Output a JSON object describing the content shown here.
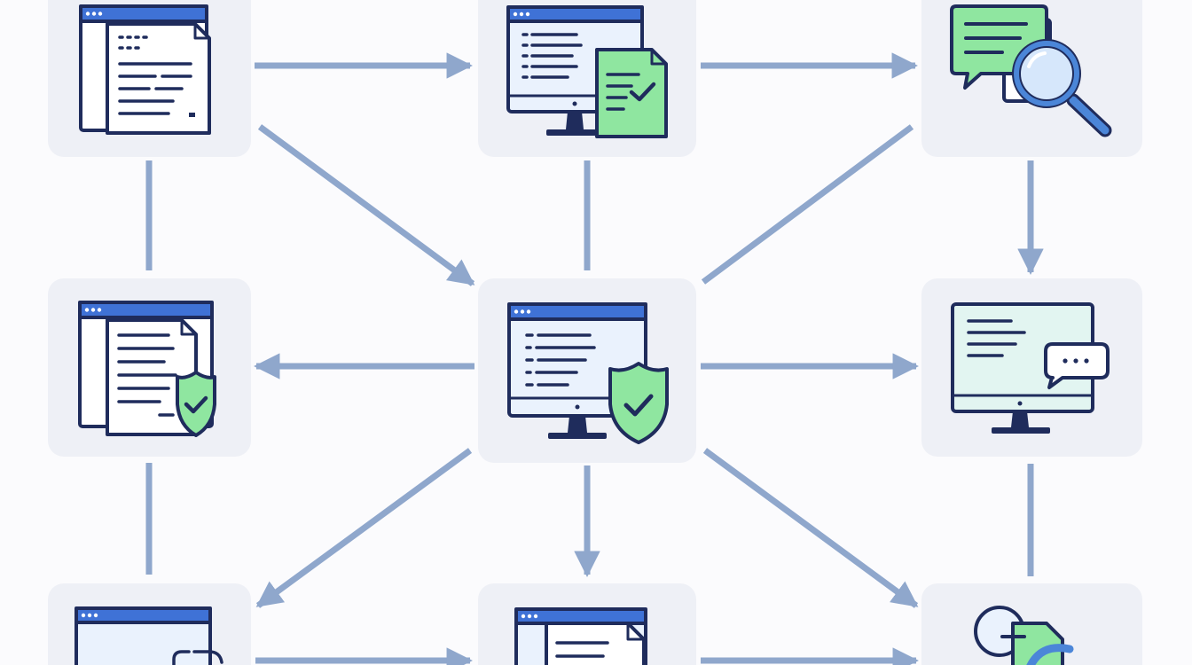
{
  "colors": {
    "background": "#fbfbfd",
    "tile": "#eef0f6",
    "connector": "#8fa7cc",
    "outline": "#1f2c5c",
    "title_bar": "#3f72d6",
    "window_fill": "#ffffff",
    "screen_fill": "#eaf2fd",
    "screen_teal": "#e2f5f1",
    "accent_green": "#8fe6a0",
    "accent_green_dark": "#1f2c5c",
    "lens_blue": "#4b86d8",
    "lens_fill": "#d6e7fb"
  },
  "nodes": [
    {
      "id": "document",
      "icon": "document-window-icon"
    },
    {
      "id": "monitor-verified-file",
      "icon": "monitor-verified-file-icon"
    },
    {
      "id": "chat-search",
      "icon": "chat-search-icon"
    },
    {
      "id": "document-protected",
      "icon": "document-shield-icon"
    },
    {
      "id": "monitor-protected",
      "icon": "monitor-shield-icon"
    },
    {
      "id": "monitor-message",
      "icon": "monitor-chat-icon"
    },
    {
      "id": "window-link",
      "icon": "window-link-icon"
    },
    {
      "id": "window-document",
      "icon": "window-document-icon"
    },
    {
      "id": "chat-file",
      "icon": "chat-file-icon"
    }
  ],
  "edges": [
    {
      "from": "document",
      "to": "monitor-verified-file",
      "kind": "arrow"
    },
    {
      "from": "monitor-verified-file",
      "to": "chat-search",
      "kind": "arrow"
    },
    {
      "from": "document",
      "to": "monitor-protected",
      "kind": "arrow"
    },
    {
      "from": "chat-search",
      "to": "monitor-protected",
      "kind": "line"
    },
    {
      "from": "document",
      "to": "document-protected",
      "kind": "line"
    },
    {
      "from": "monitor-verified-file",
      "to": "monitor-protected",
      "kind": "line"
    },
    {
      "from": "chat-search",
      "to": "monitor-message",
      "kind": "arrow"
    },
    {
      "from": "monitor-protected",
      "to": "document-protected",
      "kind": "arrow"
    },
    {
      "from": "monitor-protected",
      "to": "monitor-message",
      "kind": "arrow"
    },
    {
      "from": "document-protected",
      "to": "window-link",
      "kind": "line"
    },
    {
      "from": "monitor-protected",
      "to": "window-link",
      "kind": "arrow"
    },
    {
      "from": "monitor-protected",
      "to": "window-document",
      "kind": "arrow"
    },
    {
      "from": "monitor-protected",
      "to": "chat-file",
      "kind": "arrow"
    },
    {
      "from": "monitor-message",
      "to": "chat-file",
      "kind": "line"
    },
    {
      "from": "window-link",
      "to": "window-document",
      "kind": "arrow"
    },
    {
      "from": "window-document",
      "to": "chat-file",
      "kind": "arrow"
    }
  ]
}
